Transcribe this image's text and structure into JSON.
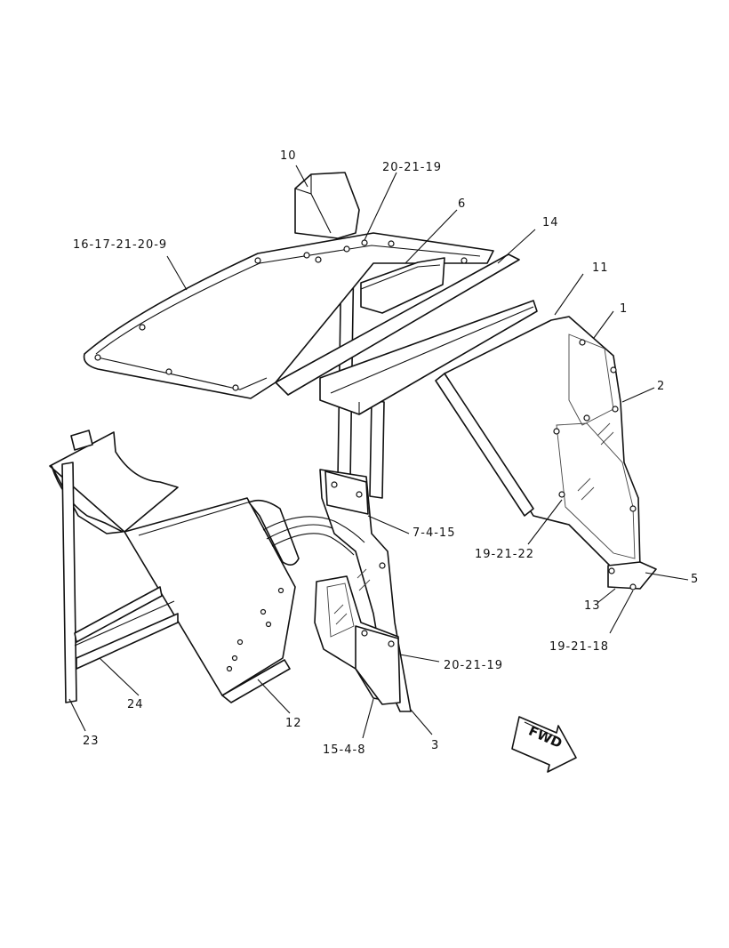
{
  "callouts": [
    {
      "id": "c10",
      "text": "10"
    },
    {
      "id": "c20-21-19-top",
      "text": "20-21-19"
    },
    {
      "id": "c6",
      "text": "6"
    },
    {
      "id": "c14",
      "text": "14"
    },
    {
      "id": "c16-17-21-20-9",
      "text": "16-17-21-20-9"
    },
    {
      "id": "c11",
      "text": "11"
    },
    {
      "id": "c1",
      "text": "1"
    },
    {
      "id": "c2",
      "text": "2"
    },
    {
      "id": "c7-4-15",
      "text": "7-4-15"
    },
    {
      "id": "c19-21-22",
      "text": "19-21-22"
    },
    {
      "id": "c5",
      "text": "5"
    },
    {
      "id": "c13",
      "text": "13"
    },
    {
      "id": "c19-21-18",
      "text": "19-21-18"
    },
    {
      "id": "c20-21-19-bottom",
      "text": "20-21-19"
    },
    {
      "id": "c24",
      "text": "24"
    },
    {
      "id": "c12",
      "text": "12"
    },
    {
      "id": "c3",
      "text": "3"
    },
    {
      "id": "c15-4-8",
      "text": "15-4-8"
    },
    {
      "id": "c23",
      "text": "23"
    }
  ],
  "direction_arrow": {
    "label": "FWD"
  }
}
